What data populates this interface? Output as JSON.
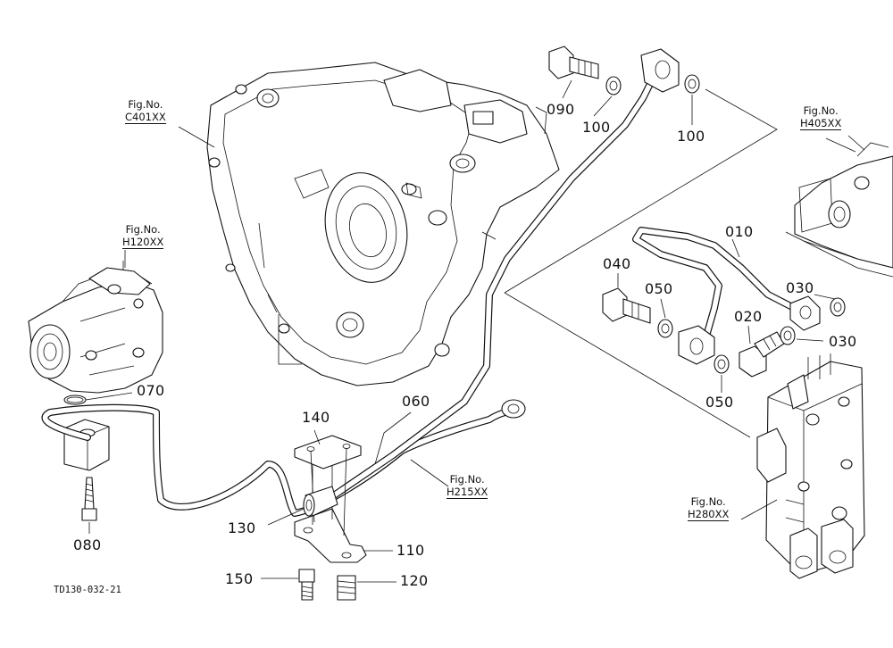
{
  "part_labels": {
    "p010": "010",
    "p020": "020",
    "p030a": "030",
    "p030b": "030",
    "p040": "040",
    "p050a": "050",
    "p050b": "050",
    "p060": "060",
    "p070": "070",
    "p080": "080",
    "p090": "090",
    "p100a": "100",
    "p100b": "100",
    "p110": "110",
    "p120": "120",
    "p130": "130",
    "p140": "140",
    "p150": "150"
  },
  "figure_refs": {
    "c401": {
      "line1": "Fig.No.",
      "line2": "C401XX"
    },
    "h120": {
      "line1": "Fig.No.",
      "line2": "H120XX"
    },
    "h405": {
      "line1": "Fig.No.",
      "line2": "H405XX"
    },
    "h215": {
      "line1": "Fig.No.",
      "line2": "H215XX"
    },
    "h280": {
      "line1": "Fig.No.",
      "line2": "H280XX"
    }
  },
  "drawing_code": "TD130-032-21"
}
